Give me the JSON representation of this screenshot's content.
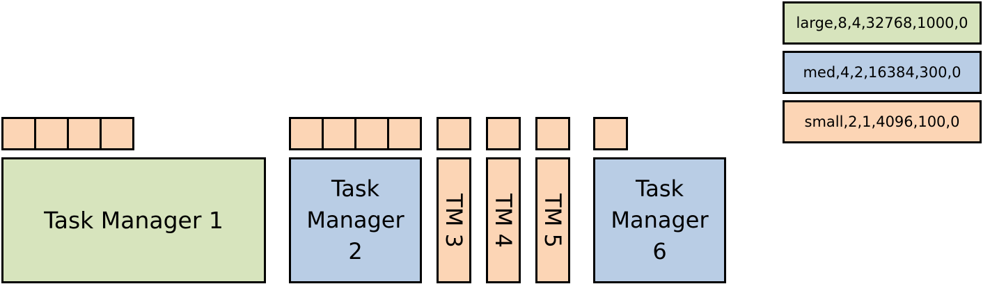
{
  "colors": {
    "large": "#d7e4bd",
    "med": "#b9cde5",
    "small": "#fcd5b5",
    "border": "#000000"
  },
  "task_managers": [
    {
      "label": "Task Manager 1",
      "size": "large",
      "slots": 4
    },
    {
      "label": "Task Manager 2",
      "size": "med",
      "slots": 4
    },
    {
      "label": "TM 3",
      "size": "small",
      "slots": 1
    },
    {
      "label": "TM 4",
      "size": "small",
      "slots": 1
    },
    {
      "label": "TM 5",
      "size": "small",
      "slots": 1
    },
    {
      "label": "Task Manager 6",
      "size": "med",
      "slots": 1
    }
  ],
  "legend": [
    {
      "text": "large,8,4,32768,1000,0",
      "size": "large"
    },
    {
      "text": "med,4,2,16384,300,0",
      "size": "med"
    },
    {
      "text": "small,2,1,4096,100,0",
      "size": "small"
    }
  ]
}
